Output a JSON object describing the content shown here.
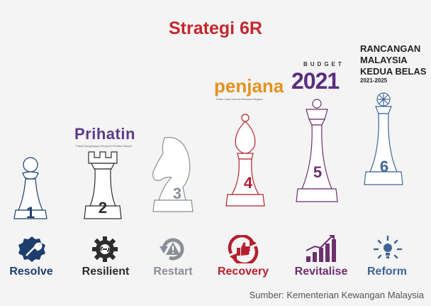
{
  "title": "Strategi 6R",
  "pieces": [
    {
      "number": "1",
      "label": "Resolve",
      "color": "#1e3f6e"
    },
    {
      "number": "2",
      "label": "Resilient",
      "color": "#2d2d2d"
    },
    {
      "number": "3",
      "label": "Restart",
      "color": "#8a8f97"
    },
    {
      "number": "4",
      "label": "Recovery",
      "color": "#b5202e"
    },
    {
      "number": "5",
      "label": "Revitalise",
      "color": "#6d2f6e"
    },
    {
      "number": "6",
      "label": "Reform",
      "color": "#3f6596"
    }
  ],
  "logos": {
    "prihatin": "Prihatin",
    "prihatin_sub": "Pakej Rangsangan Ekonomi Prihatin Rakyat",
    "penjana": "penjana",
    "penjana_sub": "Pelan Jana Semula Ekonomi Negara",
    "budget_word": "BUDGET",
    "budget_year": "2021",
    "rmk_line1": "RANCANGAN",
    "rmk_line2": "MALAYSIA",
    "rmk_line3": "KEDUA BELAS",
    "rmk_years": "2021-2025"
  },
  "source": "Sumber: Kementerian Kewangan Malaysia"
}
